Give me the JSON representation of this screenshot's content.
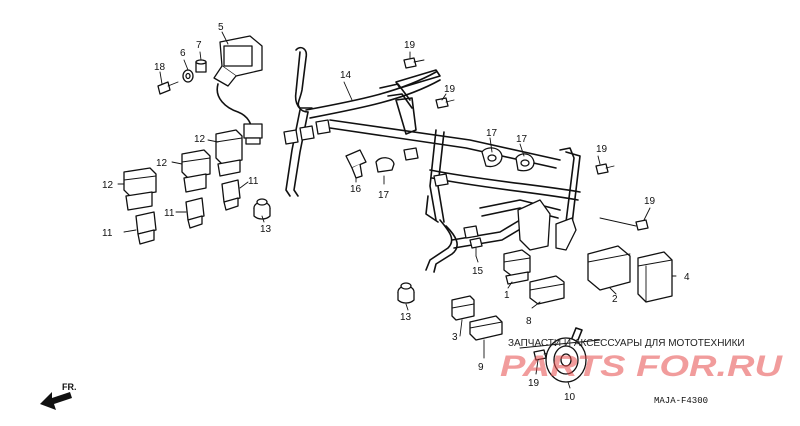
{
  "diagram": {
    "code": "MAJA-F4300",
    "direction_label": "FR.",
    "watermark_text": "ЗАПЧАСТИ И АКСЕССУАРЫ ДЛЯ МОТОТЕХНИКИ",
    "watermark_logo": "PARTS FOR.RU",
    "callouts": [
      "1",
      "2",
      "3",
      "4",
      "5",
      "6",
      "7",
      "8",
      "9",
      "10",
      "11",
      "11",
      "11",
      "12",
      "12",
      "12",
      "13",
      "13",
      "14",
      "15",
      "16",
      "17",
      "17",
      "17",
      "18",
      "19",
      "19",
      "19",
      "19",
      "19"
    ]
  }
}
